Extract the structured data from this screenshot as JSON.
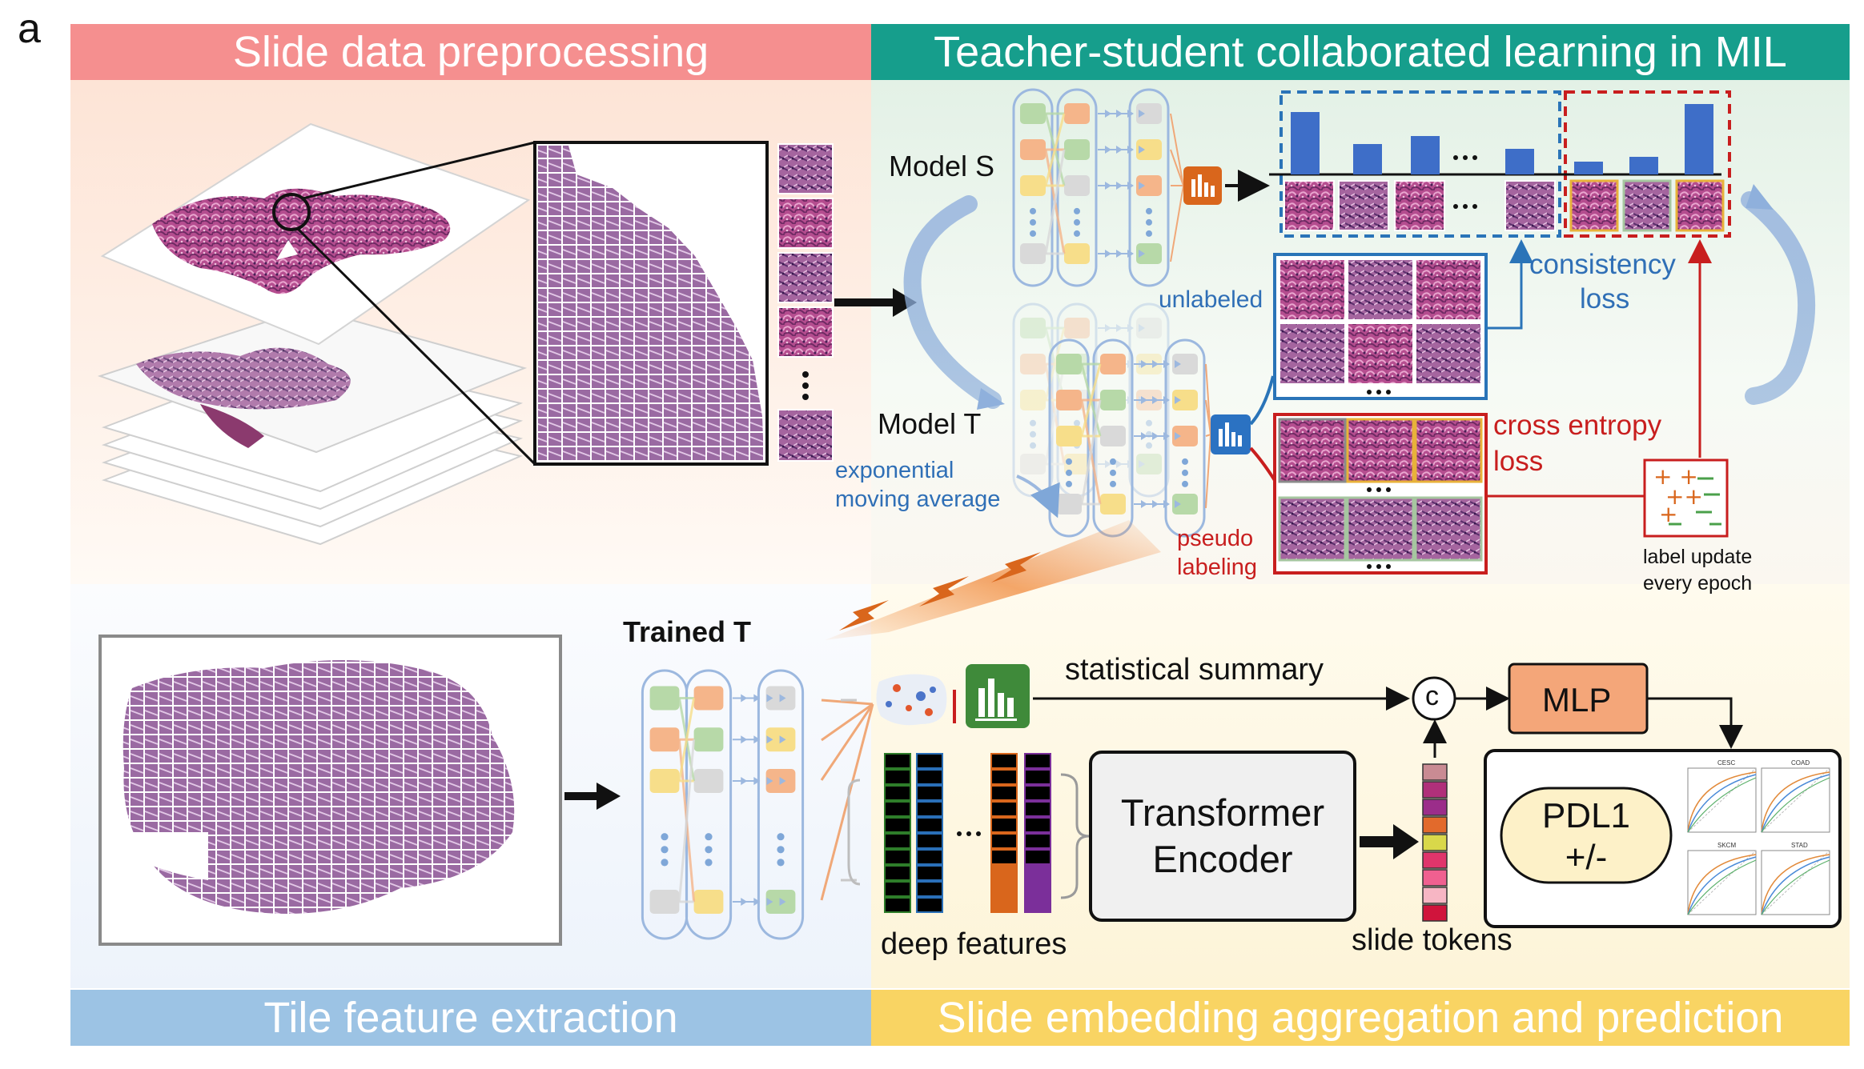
{
  "panel_label": "a",
  "sections": {
    "preprocessing": "Slide data preprocessing",
    "teacher_student": "Teacher-student collaborated learning in MIL",
    "tile_extraction": "Tile feature extraction",
    "aggregation": "Slide embedding aggregation and prediction"
  },
  "labels": {
    "model_s": "Model S",
    "model_t": "Model T",
    "unlabeled": "unlabeled",
    "ema_line1": "exponential",
    "ema_line2": "moving average",
    "pseudo_line1": "pseudo",
    "pseudo_line2": "labeling",
    "consistency_line1": "consistency",
    "consistency_line2": "loss",
    "ce_line1": "cross entropy",
    "ce_line2": "loss",
    "label_update_line1": "label update",
    "label_update_line2": "every epoch",
    "trained_t": "Trained T",
    "statistical_summary": "statistical summary",
    "concat_symbol": "c",
    "mlp": "MLP",
    "transformer_line1": "Transformer",
    "transformer_line2": "Encoder",
    "deep_features": "deep features",
    "slide_tokens": "slide tokens",
    "pdl1_line1": "PDL1",
    "pdl1_line2": "+/-",
    "roc_titles": [
      "CESC",
      "COAD",
      "SKCM",
      "STAD"
    ]
  },
  "colors": {
    "banner_red": "#f58f8f",
    "banner_teal": "#169e8c",
    "banner_blue": "#9cc3e4",
    "banner_yellow": "#f9d463",
    "tissue": "#b0508a",
    "bar_blue": "#3e6ec8",
    "dashed_blue": "#2a74b8",
    "dashed_red": "#c81e1e",
    "orange_icon": "#d9661c",
    "blue_icon": "#2b72c2",
    "green_icon": "#3f8a3a",
    "mlp_fill": "#f4a679"
  }
}
